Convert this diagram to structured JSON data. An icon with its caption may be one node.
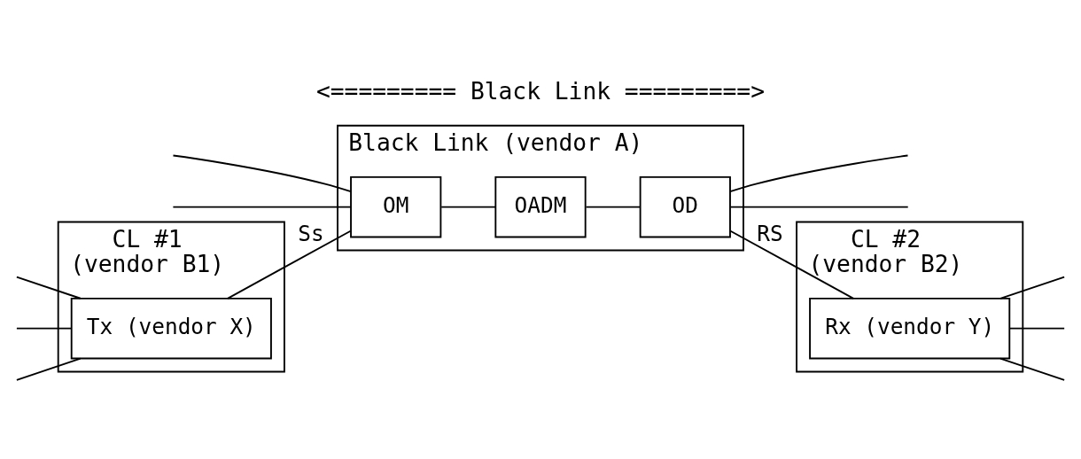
{
  "diagram": {
    "title": "<========= Black Link =========>",
    "nodes": [
      {
        "text": [
          "CL #1",
          "(vendor B1)"
        ]
      },
      {
        "text": [
          "Tx (vendor X)"
        ],
        "in": 0
      },
      {
        "text": [
          "Black Link (vendor A)"
        ]
      },
      {
        "text": [
          "OM"
        ],
        "in": 2
      },
      {
        "text": [
          "OADM"
        ],
        "in": 2
      },
      {
        "text": [
          "OD"
        ],
        "in": 2
      },
      {
        "text": [
          "CL #2",
          "(vendor B2)"
        ]
      },
      {
        "text": [
          "Rx (vendor Y)"
        ],
        "in": 6
      }
    ],
    "edges": [
      {
        "from": null,
        "to": 1,
        "arrow": "none"
      },
      {
        "from": null,
        "to": 1,
        "arrow": "none"
      },
      {
        "from": null,
        "to": 1,
        "arrow": "none"
      },
      {
        "from": null,
        "to": 3,
        "arrow": "none"
      },
      {
        "from": 1,
        "to": 3,
        "arrow": "none",
        "label": "Ss"
      },
      {
        "from": null,
        "to": 3,
        "arrow": "none"
      },
      {
        "from": 3,
        "to": 4,
        "arrow": "none"
      },
      {
        "from": 4,
        "to": 5,
        "arrow": "none"
      },
      {
        "from": 5,
        "to": null,
        "arrow": "none"
      },
      {
        "from": 5,
        "to": 7,
        "arrow": "none",
        "label": "RS"
      },
      {
        "from": 5,
        "to": null,
        "arrow": "none"
      },
      {
        "from": 7,
        "to": null,
        "arrow": "none"
      },
      {
        "from": 7,
        "to": null,
        "arrow": "none"
      },
      {
        "from": 7,
        "to": null,
        "arrow": "none"
      }
    ]
  }
}
